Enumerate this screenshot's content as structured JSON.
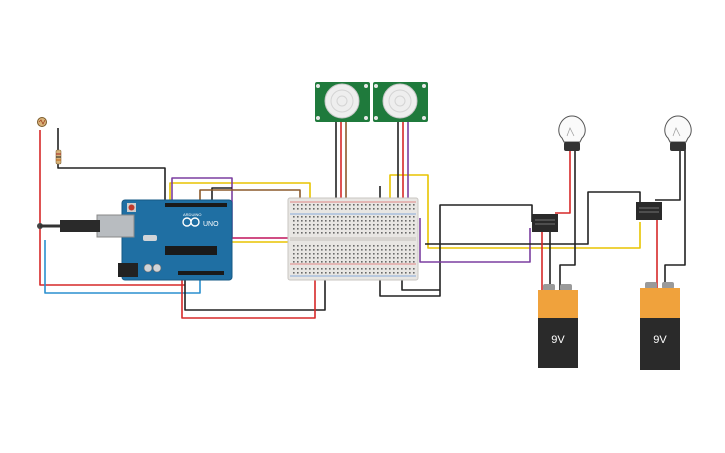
{
  "circuit": {
    "arduino": {
      "brand_text": "UNO",
      "name_text": "ARDUINO"
    },
    "batteries": [
      {
        "label": "9V"
      },
      {
        "label": "9V"
      }
    ],
    "sensor_count": 2,
    "bulb_count": 2,
    "relay_count": 2
  },
  "colors": {
    "arduino_board": "#1f6fa3",
    "pir_board": "#1f7a3c",
    "battery_top": "#f0a23c",
    "battery_body": "#2a2a2a",
    "wire_black": "#222222",
    "wire_red": "#d62828",
    "wire_yellow": "#e8c400",
    "wire_purple": "#7b3fa0",
    "wire_blue": "#2a8fcf",
    "wire_brown": "#8b5a2b",
    "breadboard": "#e8e6e3"
  }
}
